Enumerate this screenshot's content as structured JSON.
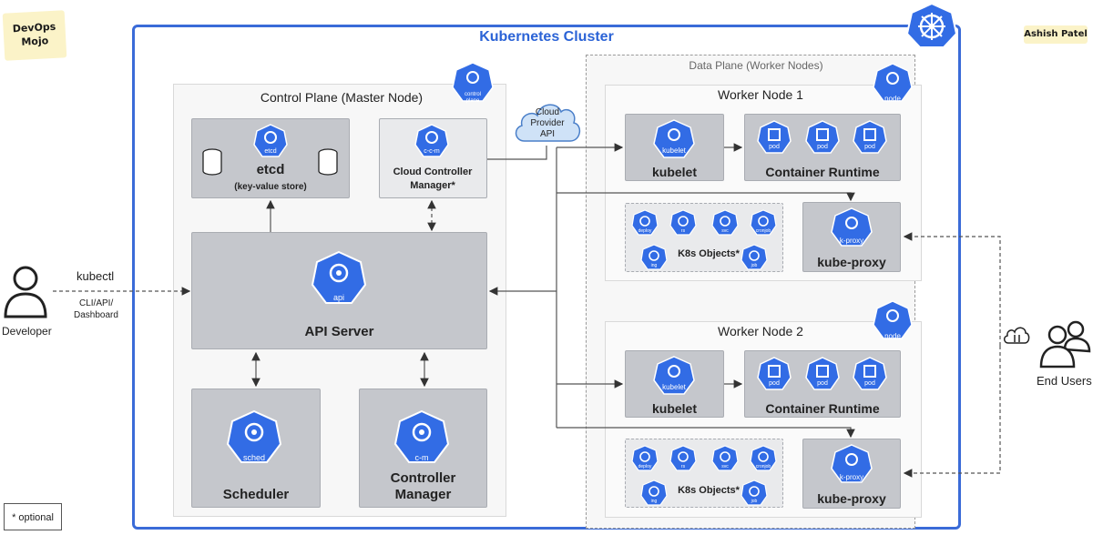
{
  "brand": {
    "devops": "DevOps",
    "mojo": "Mojo",
    "author": "Ashish Patel"
  },
  "cluster": {
    "title": "Kubernetes Cluster"
  },
  "control_plane": {
    "title": "Control Plane (Master Node)",
    "badge": "control plane",
    "etcd": {
      "badge": "etcd",
      "name": "etcd",
      "subtitle": "(key-value store)"
    },
    "ccm": {
      "badge": "c-c-m",
      "line1": "Cloud Controller",
      "line2": "Manager*"
    },
    "api": {
      "badge": "api",
      "name": "API Server"
    },
    "scheduler": {
      "badge": "sched",
      "name": "Scheduler"
    },
    "controller": {
      "badge": "c-m",
      "line1": "Controller",
      "line2": "Manager"
    }
  },
  "cloud": {
    "line1": "Cloud",
    "line2": "Provider",
    "line3": "API"
  },
  "data_plane": {
    "title": "Data Plane (Worker Nodes)"
  },
  "worker1": {
    "title": "Worker Node 1",
    "badge": "node",
    "kubelet_badge": "kubelet",
    "kubelet": "kubelet",
    "runtime": "Container Runtime",
    "pod": "pod",
    "proxy_badge": "k-proxy",
    "proxy": "kube-proxy",
    "objects": "K8s Objects*"
  },
  "worker2": {
    "title": "Worker Node 2",
    "badge": "node",
    "kubelet_badge": "kubelet",
    "kubelet": "kubelet",
    "runtime": "Container Runtime",
    "pod": "pod",
    "proxy_badge": "k-proxy",
    "proxy": "kube-proxy",
    "objects": "K8s Objects*"
  },
  "k8s_object_icons": [
    "deploy",
    "rs",
    "svc",
    "cronjob",
    "ing",
    "job"
  ],
  "developer": {
    "label": "Developer",
    "tool": "kubectl",
    "via1": "CLI/API/",
    "via2": "Dashboard"
  },
  "end_users": {
    "label": "End Users"
  },
  "legend": {
    "optional": "*  optional"
  },
  "colors": {
    "k8s_blue": "#326ce5",
    "gray_box": "#c5c7cc",
    "border_blue": "#3a6bd8"
  }
}
